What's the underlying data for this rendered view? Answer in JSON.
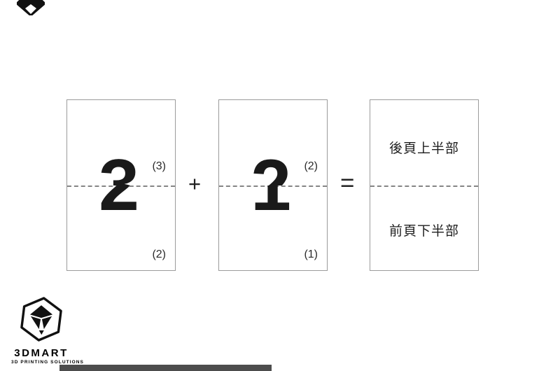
{
  "colors": {
    "card_border": "#9b9b9b",
    "fold_line": "#858585",
    "ink": "#1a1a1a",
    "label": "#2b2b2b",
    "footer_bar": "#4d4d4d"
  },
  "cards": [
    {
      "top_glyph": "3",
      "bottom_glyph": "2",
      "top_label": "(3)",
      "bottom_label": "(2)"
    },
    {
      "top_glyph": "2",
      "bottom_glyph": "1",
      "top_label": "(2)",
      "bottom_label": "(1)"
    },
    {
      "top_text": "後頁上半部",
      "bottom_text": "前頁下半部"
    }
  ],
  "operators": {
    "plus": "+",
    "equals": "="
  },
  "branding": {
    "name": "3DMART",
    "tagline": "3D PRINTING SOLUTIONS"
  },
  "icons": {
    "logo": "hexagon-3d-fold-mark",
    "corner": "clipped-diamond-mark"
  }
}
